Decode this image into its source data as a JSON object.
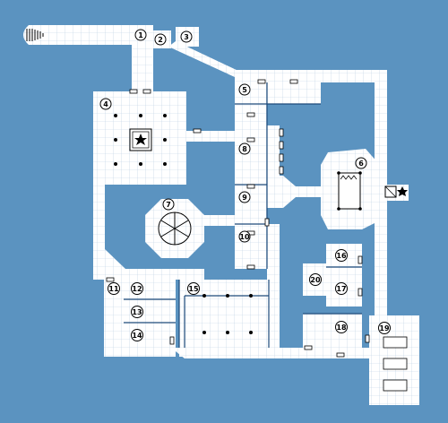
{
  "map": {
    "background_color": "#5b93c0",
    "floor_color": "#ffffff",
    "grid_color": "#b9cfe2",
    "wall_color": "#1d4a7a",
    "rooms": [
      {
        "id": "1",
        "label": "1"
      },
      {
        "id": "2",
        "label": "2"
      },
      {
        "id": "3",
        "label": "3"
      },
      {
        "id": "4",
        "label": "4"
      },
      {
        "id": "5",
        "label": "5"
      },
      {
        "id": "6",
        "label": "6"
      },
      {
        "id": "7",
        "label": "7"
      },
      {
        "id": "8",
        "label": "8"
      },
      {
        "id": "9",
        "label": "9"
      },
      {
        "id": "10",
        "label": "10"
      },
      {
        "id": "11",
        "label": "11"
      },
      {
        "id": "12",
        "label": "12"
      },
      {
        "id": "13",
        "label": "13"
      },
      {
        "id": "14",
        "label": "14"
      },
      {
        "id": "15",
        "label": "15"
      },
      {
        "id": "16",
        "label": "16"
      },
      {
        "id": "17",
        "label": "17"
      },
      {
        "id": "18",
        "label": "18"
      },
      {
        "id": "19",
        "label": "19"
      },
      {
        "id": "20",
        "label": "20"
      }
    ],
    "icons": [
      "star-icon",
      "stairs-icon",
      "spiral-stair-icon",
      "altar-icon",
      "statue-icon"
    ]
  }
}
